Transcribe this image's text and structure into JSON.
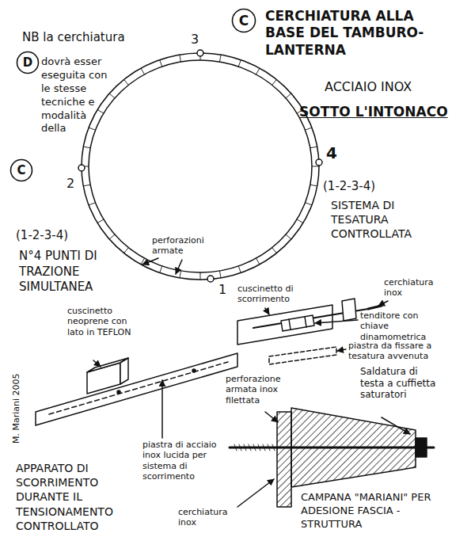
{
  "diagram": {
    "title": "CERCHIATURA ALLA BASE DEL TAMBURO-LANTERNA",
    "nodes": [
      {
        "text": [
          "C"
        ]
      },
      {
        "text": [
          "D"
        ]
      },
      {
        "text": [
          "C"
        ]
      }
    ],
    "labels": [
      "ACCIAIO INOX",
      "SOTTO L'INTONACO",
      "NB la cerchiatura",
      "dovrà esser eseguita con le stesse tecniche e modalità della",
      "3",
      "2",
      "4",
      "1",
      "(1-2-3-4)",
      "SISTEMA DI TESATURA CONTROLLATA",
      "(1-2-3-4)",
      "N°4 PUNTI DI TRAZIONE SIMULTANEA",
      "perforazioni armate",
      "cuscinetto di scorrimento",
      "cerchiatura inox",
      "tenditore con chiave dinamometrica",
      "cuscinetto neoprene con lato in TEFLON",
      "piastra da fissare a tesatura avvenuta",
      "Saldatura di testa a cuffietta saturatori",
      "M. Mariani 2005",
      "piastra di acciaio inox lucida per sistema di scorrimento",
      "perforazione armata inox filettata",
      "APPARATO DI SCORRIMENTO DURANTE IL TENSIONAMENTO CONTROLLATO",
      "CAMPANA \"MARIANI\" PER ADESIONE FASCIA - STRUTTURA",
      "cerchiatura inox"
    ]
  }
}
